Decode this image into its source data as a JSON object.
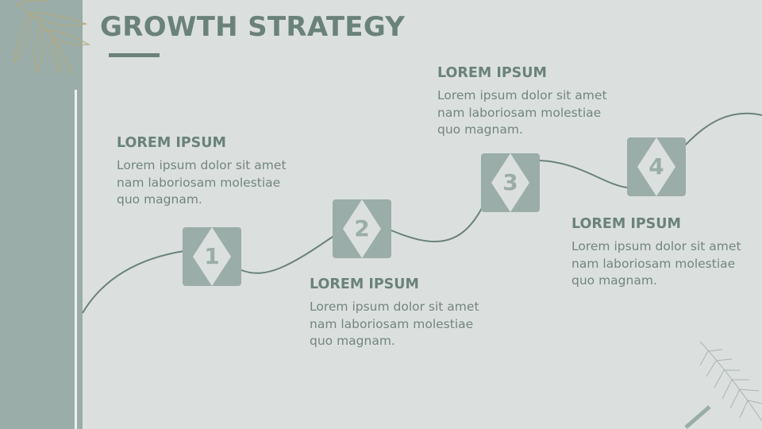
{
  "slide": {
    "title": "GROWTH STRATEGY",
    "steps": [
      {
        "number": "1",
        "heading": "LOREM IPSUM",
        "text": "Lorem ipsum dolor sit amet nam laboriosam molestiae quo magnam."
      },
      {
        "number": "2",
        "heading": "LOREM IPSUM",
        "text": "Lorem ipsum dolor sit amet nam laboriosam molestiae quo magnam."
      },
      {
        "number": "3",
        "heading": "LOREM IPSUM",
        "text": "Lorem ipsum dolor sit amet nam laboriosam molestiae quo magnam."
      },
      {
        "number": "4",
        "heading": "LOREM IPSUM",
        "text": "Lorem ipsum dolor sit amet nam laboriosam molestiae quo magnam."
      }
    ]
  },
  "colors": {
    "background": "#dbe0de",
    "sidebar": "#9aada8",
    "accent": "#6a8279",
    "body_text": "#73847e"
  }
}
